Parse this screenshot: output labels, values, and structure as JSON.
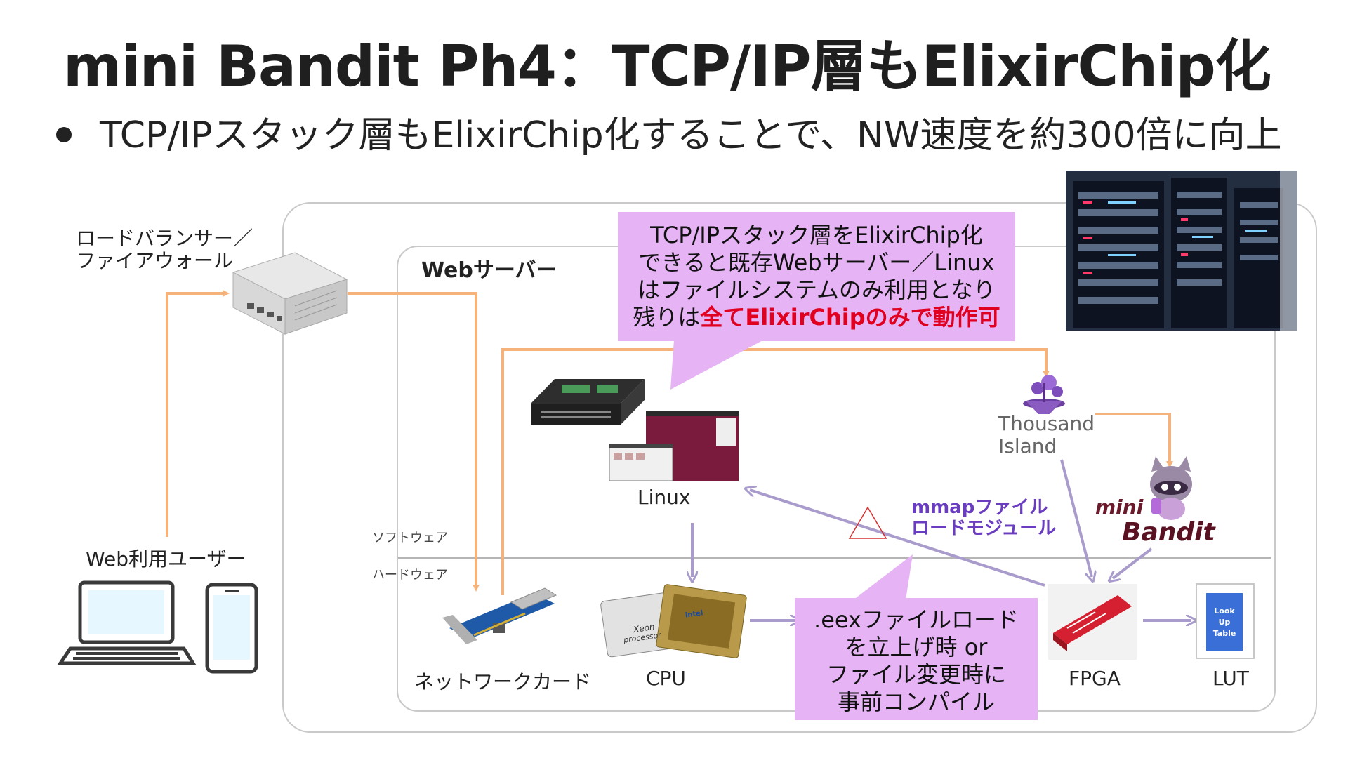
{
  "title": "mini Bandit Ph4：TCP/IP層もElixirChip化",
  "bullet": "TCP/IPスタック層もElixirChip化することで、NW速度を約300倍に向上",
  "diagram": {
    "loadbalancer_label_line1": "ロードバランサー／",
    "loadbalancer_label_line2": "ファイアウォール",
    "web_user_label": "Web利用ユーザー",
    "web_server_label": "Webサーバー",
    "software_label": "ソフトウェア",
    "hardware_label": "ハードウェア",
    "linux_label": "Linux",
    "network_card_label": "ネットワークカード",
    "cpu_label": "CPU",
    "fpga_label": "FPGA",
    "lut_label": "LUT",
    "lut_box_text": [
      "Look",
      "Up",
      "Table"
    ],
    "thousand_island_line1": "Thousand",
    "thousand_island_line2": "Island",
    "mini_bandit_mini": "mini",
    "mini_bandit_bandit": "Bandit",
    "intel_text": "intel",
    "xeon_text": "Xeon",
    "processor_text": "processor",
    "mmap_line1": "mmapファイル",
    "mmap_line2": "ロードモジュール",
    "callout_top": {
      "line1": "TCP/IPスタック層をElixirChip化",
      "line2": "できると既存Webサーバー／Linux",
      "line3": "はファイルシステムのみ利用となり",
      "line4_prefix": "残りは",
      "line4_emph": "全てElixirChipのみで動作可"
    },
    "callout_bottom": {
      "line1": ".eexファイルロード",
      "line2": "を立上げ時 or",
      "line3": "ファイル変更時に",
      "line4": "事前コンパイル"
    }
  },
  "colors": {
    "orange_arrow": "#f5b27a",
    "purple_arrow": "#a99ccc",
    "callout_bg": "#e6b3f5",
    "emphasis_red": "#e00020",
    "mmap_purple": "#6a3cc0",
    "box_border": "#c9c9c9"
  }
}
